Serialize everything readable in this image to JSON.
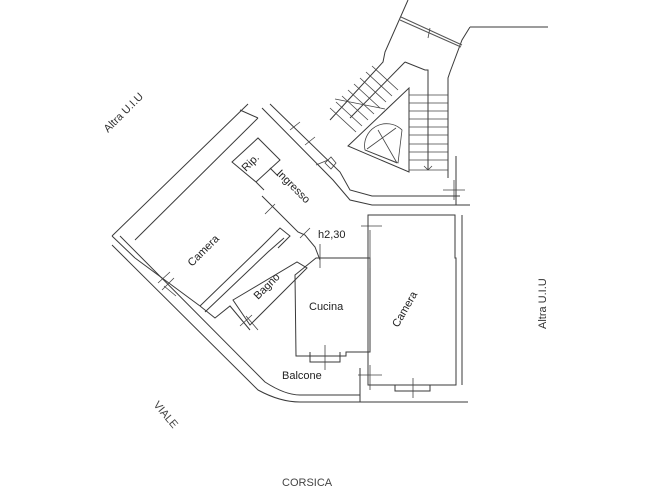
{
  "plan": {
    "rooms": {
      "rip": "Rip.",
      "ingresso": "Ingresso",
      "camera_left": "Camera",
      "bagno": "Bagno",
      "cucina": "Cucina",
      "camera_right": "Camera",
      "balcone": "Balcone"
    },
    "ceiling_height": "h2,30",
    "neighbors": {
      "top_left": "Altra U.I.U",
      "right": "Altra U.I.U"
    },
    "streets": {
      "viale": "VIALE",
      "corsica": "CORSICA"
    }
  }
}
